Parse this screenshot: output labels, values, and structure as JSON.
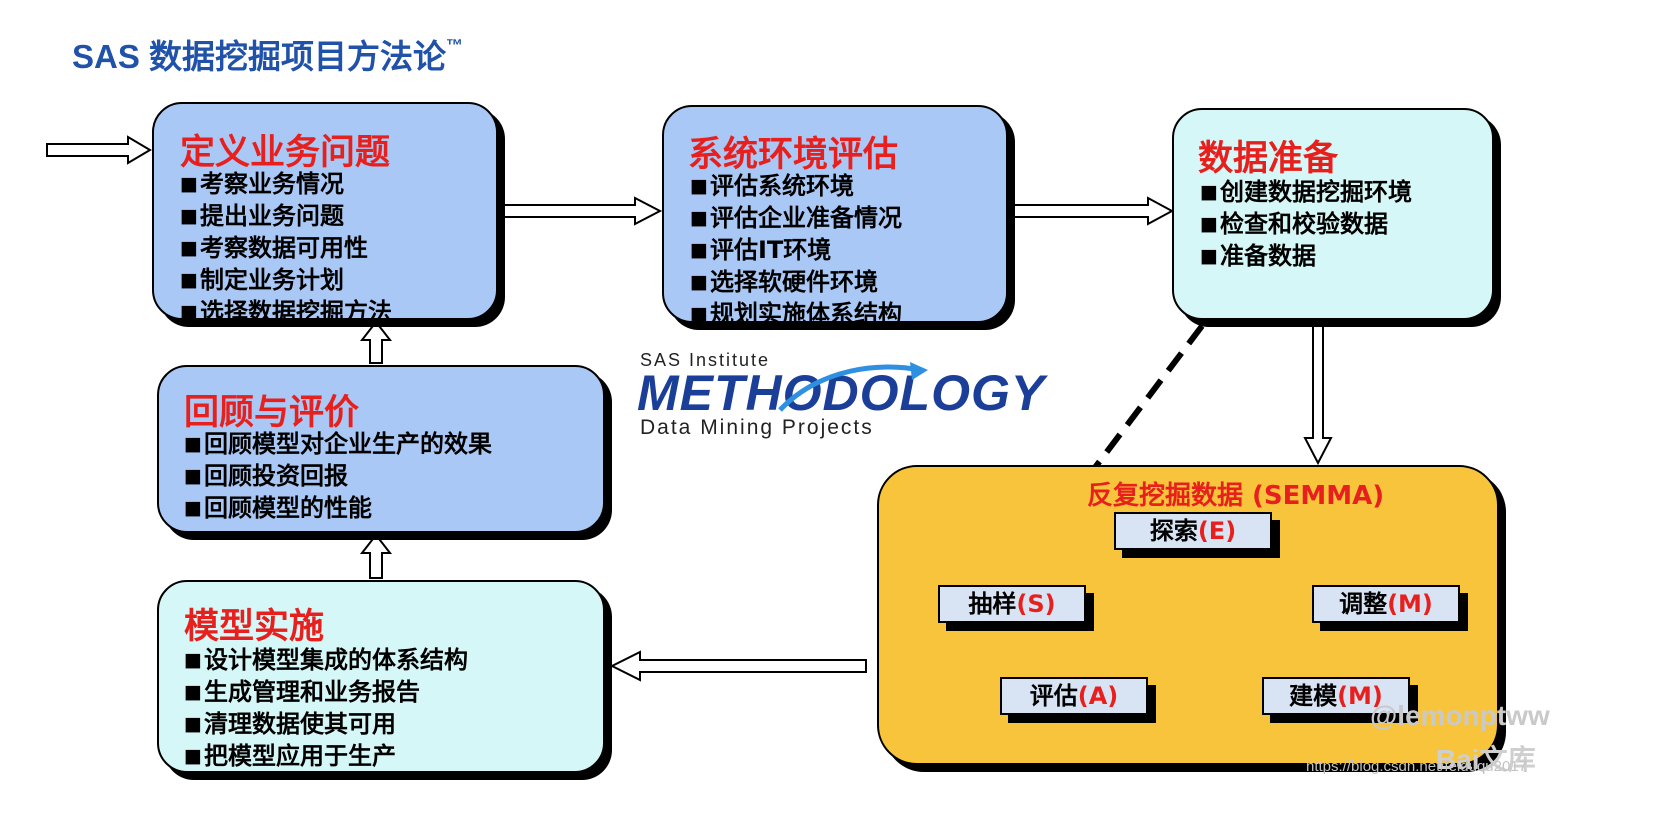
{
  "title": {
    "text": "SAS 数据挖掘项目方法论",
    "tm": "™"
  },
  "boxes": {
    "define": {
      "title": "定义业务问题",
      "items": [
        "考察业务情况",
        "提出业务问题",
        "考察数据可用性",
        "制定业务计划",
        "选择数据挖掘方法"
      ]
    },
    "env": {
      "title": "系统环境评估",
      "items": [
        "评估系统环境",
        "评估企业准备情况",
        "评估IT环境",
        "选择软硬件环境",
        "规划实施体系结构"
      ]
    },
    "prep": {
      "title": "数据准备",
      "items": [
        "创建数据挖掘环境",
        "检查和校验数据",
        "准备数据"
      ]
    },
    "review": {
      "title": "回顾与评价",
      "items": [
        "回顾模型对企业生产的效果",
        "回顾投资回报",
        "回顾模型的性能"
      ]
    },
    "deploy": {
      "title": "模型实施",
      "items": [
        "设计模型集成的体系结构",
        "生成管理和业务报告",
        "清理数据使其可用",
        "把模型应用于生产"
      ]
    }
  },
  "semma": {
    "title": "反复挖掘数据 (SEMMA)",
    "nodes": {
      "explore": {
        "cn": "探索",
        "code": "(E)"
      },
      "sample": {
        "cn": "抽样",
        "code": "(S)"
      },
      "modify": {
        "cn": "调整",
        "code": "(M)"
      },
      "assess": {
        "cn": "评估",
        "code": "(A)"
      },
      "model": {
        "cn": "建模",
        "code": "(M)"
      }
    }
  },
  "logo": {
    "top": "SAS Institute",
    "big": "METHODOLOGY",
    "bottom": "Data Mining Projects"
  },
  "watermark": {
    "handle": "@lemonptww",
    "brand": "Bai文库",
    "url": "https://blog.csdn.net/feiduqu2017"
  },
  "colors": {
    "title_blue": "#1f52a8",
    "box_blue": "#a9c8f5",
    "box_cyan": "#d6f7f7",
    "semma_gold": "#f8c43c",
    "accent_red": "#e8201d"
  }
}
